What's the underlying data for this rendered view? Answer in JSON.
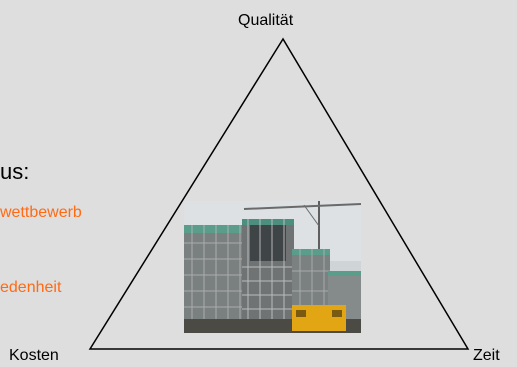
{
  "triangle": {
    "top_label": "Qualität",
    "left_label": "Kosten",
    "right_label": "Zeit"
  },
  "cut_text": {
    "heading": "us:",
    "items": [
      "wettbewerb",
      "edenheit"
    ]
  },
  "colors": {
    "background": "#dedede",
    "accent": "#ff6a13",
    "stroke": "#000000"
  },
  "photo": {
    "subject": "building-construction-site"
  }
}
